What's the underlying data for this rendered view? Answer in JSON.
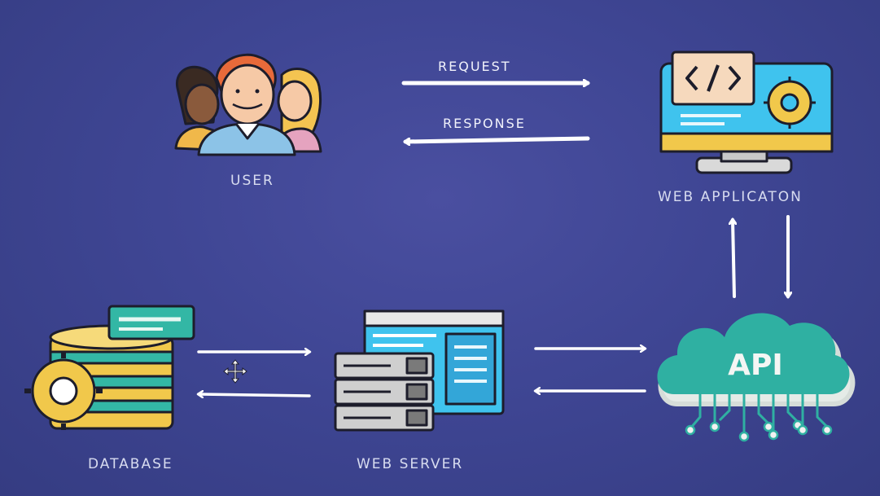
{
  "nodes": {
    "user": {
      "label": "USER"
    },
    "web_application": {
      "label": "WEB APPLICATON"
    },
    "database": {
      "label": "DATABASE"
    },
    "web_server": {
      "label": "WEB SERVER"
    },
    "api": {
      "label": "API"
    }
  },
  "edges": {
    "request": {
      "label": "REQUEST",
      "from": "user",
      "to": "web_application"
    },
    "response": {
      "label": "RESPONSE",
      "from": "web_application",
      "to": "user"
    }
  },
  "colors": {
    "background": "#3f4694",
    "arrow": "#ffffff",
    "accent_yellow": "#f1c84b",
    "accent_teal": "#33b7a5",
    "accent_cyan": "#3fc3ee",
    "outline": "#1d1d2b"
  },
  "cursor_icon": "move-cursor-icon"
}
